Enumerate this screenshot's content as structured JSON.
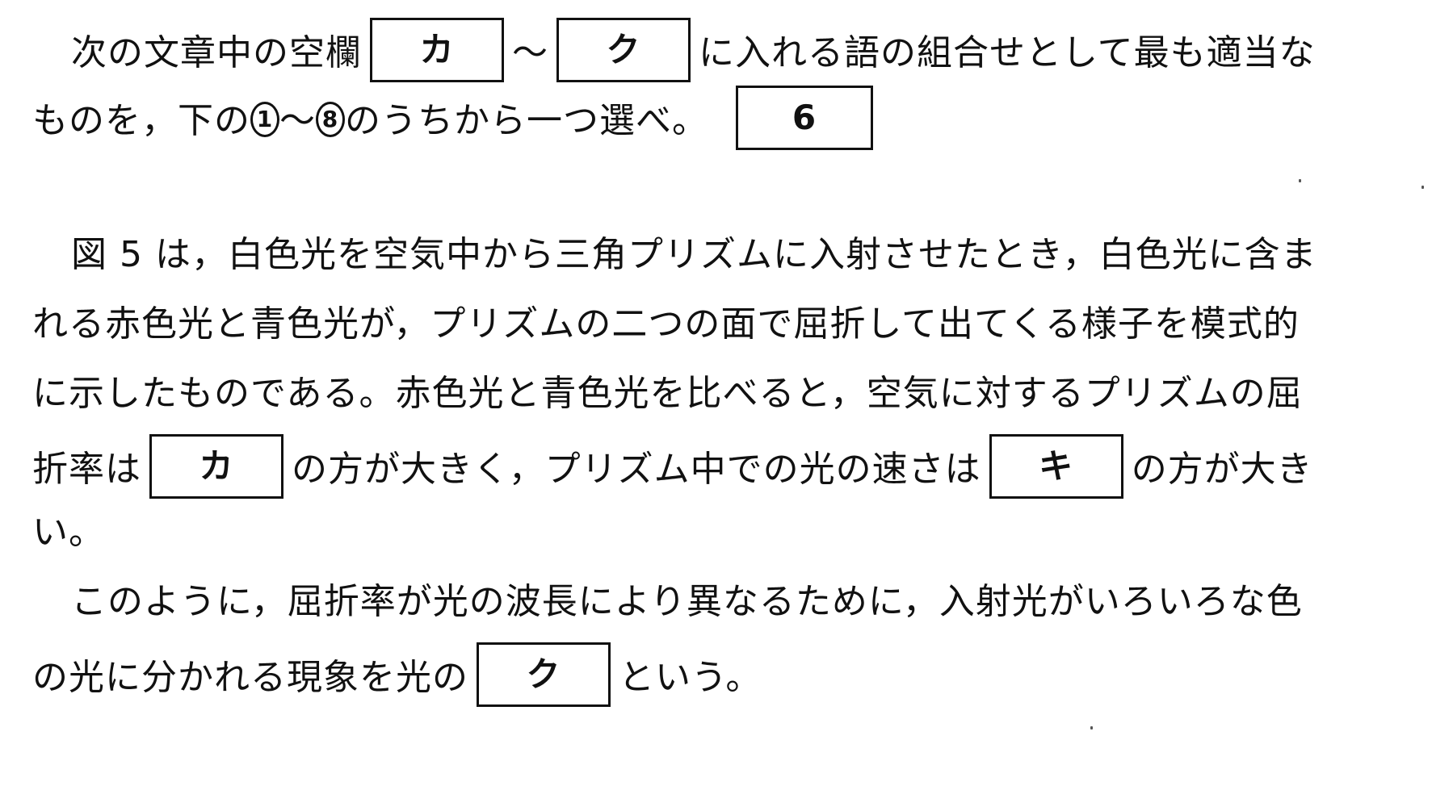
{
  "question": {
    "l1_a": "次の文章中の空欄",
    "blank_ka": "カ",
    "tilde": "〜",
    "blank_ku": "ク",
    "l1_b": "に入れる語の組合せとして最も適当な",
    "l2_a": "ものを，下の",
    "circ_1": "1",
    "tilde2": "〜",
    "circ_8": "8",
    "l2_b": "のうちから一つ選べ。",
    "answer_number": "6"
  },
  "paragraph1": {
    "l1": "図 5 は，白色光を空気中から三角プリズムに入射させたとき，白色光に含ま",
    "l2": "れる赤色光と青色光が，プリズムの二つの面で屈折して出てくる様子を模式的",
    "l3": "に示したものである。赤色光と青色光を比べると，空気に対するプリズムの屈",
    "l4_a": "折率は",
    "blank_ka": "カ",
    "l4_b": "の方が大きく，プリズム中での光の速さは",
    "blank_ki": "キ",
    "l4_c": "の方が大き",
    "l5": "い。"
  },
  "paragraph2": {
    "l1": "このように，屈折率が光の波長により異なるために，入射光がいろいろな色",
    "l2_a": "の光に分かれる現象を光の",
    "blank_ku": "ク",
    "l2_b": "という。"
  }
}
